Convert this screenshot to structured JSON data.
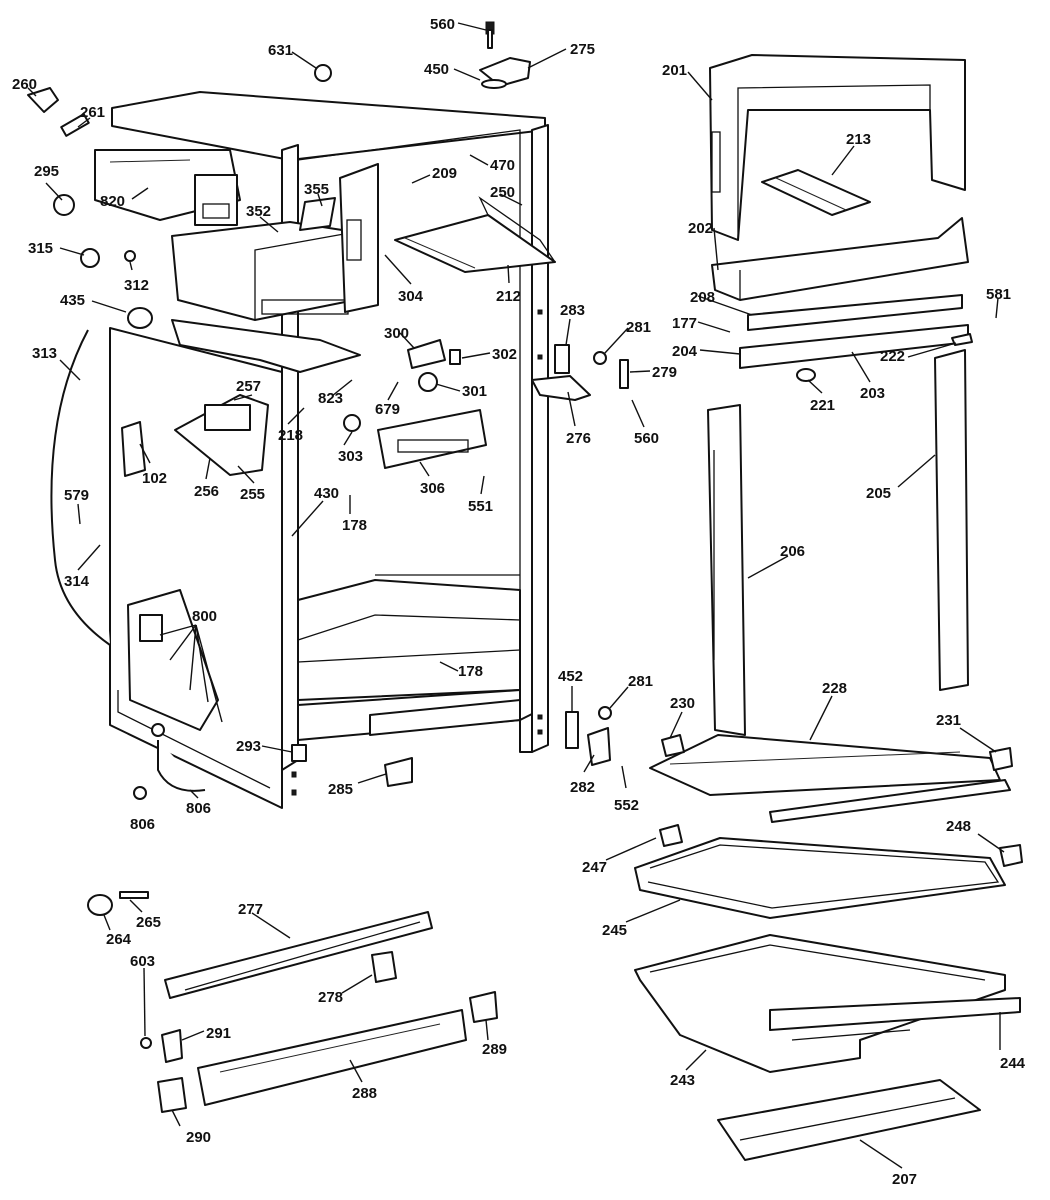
{
  "diagram": {
    "callouts": [
      "560",
      "275",
      "450",
      "631",
      "260",
      "261",
      "295",
      "820",
      "355",
      "352",
      "315",
      "312",
      "435",
      "209",
      "470",
      "250",
      "304",
      "212",
      "201",
      "213",
      "202",
      "208",
      "581",
      "177",
      "204",
      "203",
      "222",
      "221",
      "283",
      "281",
      "279",
      "276",
      "560",
      "300",
      "302",
      "301",
      "679",
      "823",
      "218",
      "303",
      "306",
      "551",
      "178",
      "430",
      "257",
      "256",
      "255",
      "102",
      "313",
      "579",
      "314",
      "800",
      "806",
      "806",
      "293",
      "285",
      "178",
      "452",
      "281",
      "282",
      "552",
      "230",
      "228",
      "231",
      "206",
      "205",
      "247",
      "245",
      "248",
      "243",
      "244",
      "207",
      "264",
      "265",
      "277",
      "603",
      "278",
      "291",
      "289",
      "288",
      "290"
    ]
  }
}
